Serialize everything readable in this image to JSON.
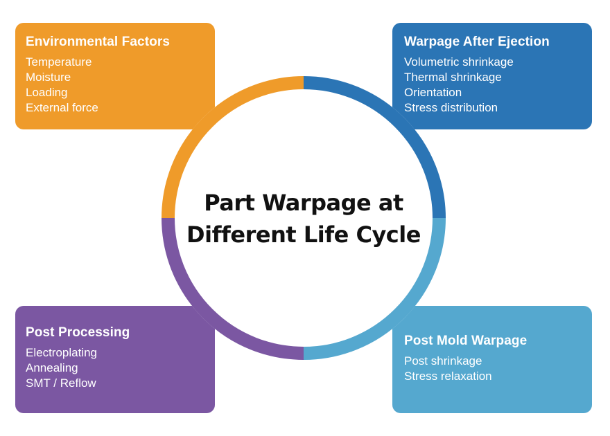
{
  "center": {
    "line1": "Part Warpage at",
    "line2": "Different Life Cycle"
  },
  "colors": {
    "environmental": "#EF9B2A",
    "after_ejection": "#2B75B5",
    "post_processing": "#7B57A2",
    "post_mold": "#55A8CF"
  },
  "cards": {
    "environmental": {
      "title": "Environmental Factors",
      "items": [
        "Temperature",
        "Moisture",
        "Loading",
        "External force"
      ]
    },
    "after_ejection": {
      "title": "Warpage After Ejection",
      "items": [
        "Volumetric shrinkage",
        "Thermal shrinkage",
        "Orientation",
        "Stress distribution"
      ]
    },
    "post_processing": {
      "title": "Post Processing",
      "items": [
        "Electroplating",
        "Annealing",
        "SMT / Reflow"
      ]
    },
    "post_mold": {
      "title": "Post Mold Warpage",
      "items": [
        "Post shrinkage",
        "Stress relaxation"
      ]
    }
  }
}
